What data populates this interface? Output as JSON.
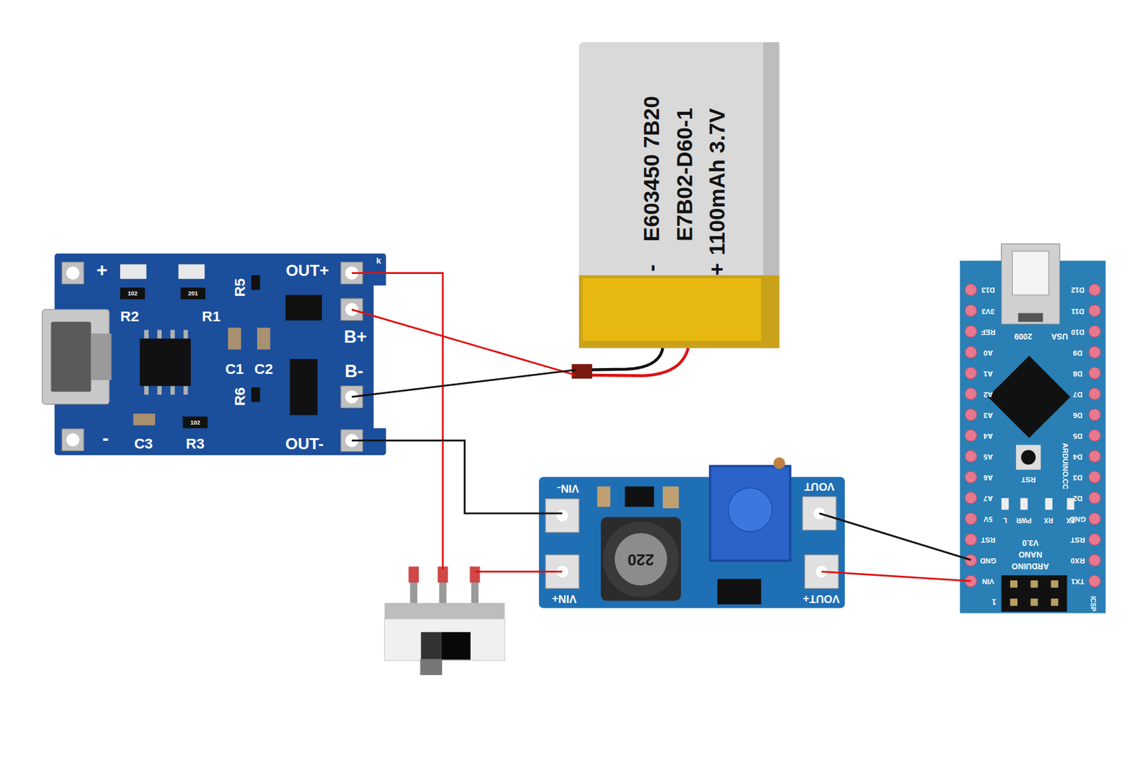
{
  "diagram": {
    "labels": [
      "+",
      "102",
      "201",
      "OUT+",
      "k",
      "R2",
      "R1",
      "R5",
      "C1",
      "C2",
      "B+",
      "B-",
      "R6",
      "-",
      "C3",
      "R3",
      "102",
      "OUT-",
      "-",
      "E603450 7B20",
      "E7B02-D60-1",
      "+",
      "1100mAh 3.7V",
      "VIN-",
      "220",
      "VIN+",
      "VOUT",
      "VOUT+",
      "D13",
      "3V3",
      "REF",
      "A0",
      "A1",
      "A2",
      "A3",
      "A4",
      "A5",
      "A6",
      "A7",
      "5V",
      "RST",
      "GND",
      "VIN",
      "D12",
      "D11",
      "D10",
      "D9",
      "D8",
      "D7",
      "D6",
      "D5",
      "D4",
      "D3",
      "D2",
      "GND",
      "RST",
      "RX0",
      "TX1",
      "2009",
      "USA",
      "RST",
      "ARDUINO.CC",
      "L",
      "PWR",
      "RX",
      "TX",
      "V3.0",
      "NANO",
      "ARDUINO",
      "ICSP",
      "1"
    ]
  }
}
